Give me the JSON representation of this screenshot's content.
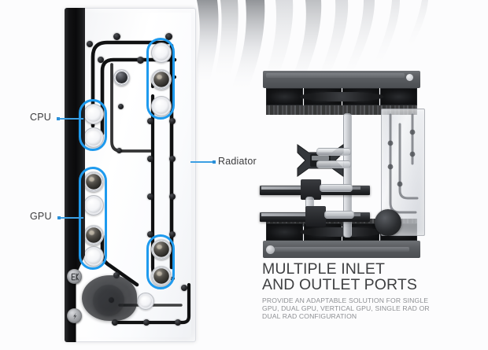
{
  "page": {
    "background_color": "#fcfcfd",
    "accent_blue": "#1e9aee",
    "label_text_color": "#3b3b3d",
    "caption_title_color": "#3f4042",
    "caption_sub_color": "#8d8f93"
  },
  "annotations": [
    {
      "id": "cpu",
      "label": "CPU"
    },
    {
      "id": "gpu",
      "label": "GPU"
    },
    {
      "id": "radiator",
      "label": "Radiator"
    }
  ],
  "caption": {
    "title_line1": "MULTIPLE INLET",
    "title_line2": "AND OUTLET PORTS",
    "sub_line1": "PROVIDE AN ADAPTABLE SOLUTION FOR SINGLE",
    "sub_line2": "GPU, DUAL GPU, VERTICAL GPU, SINGLE RAD OR",
    "sub_line3": "DUAL RAD CONFIGURATION"
  },
  "left_panel": {
    "name": "distribution-plate-photo",
    "brand_logo": "ek-logo",
    "partner_logo": "lian-li-logo"
  },
  "right_panel": {
    "name": "loop-configuration-render",
    "components": [
      "top-radiator",
      "bottom-radiator",
      "cpu-water-block",
      "gpu-water-block-upper",
      "gpu-water-block-lower",
      "distro-plate"
    ]
  }
}
